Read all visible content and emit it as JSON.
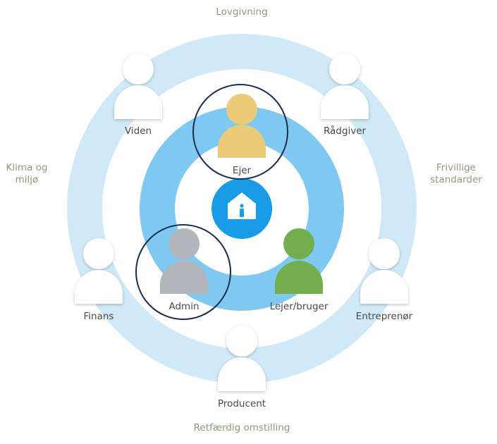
{
  "outer_labels": {
    "top": "Lovgivning",
    "bottom": "Retfærdig omstilling",
    "left_line1": "Klima og",
    "left_line2": "miljø",
    "right_line1": "Frivillige",
    "right_line2": "standarder"
  },
  "outer_ring_people": {
    "viden": "Viden",
    "radgiver": "Rådgiver",
    "finans": "Finans",
    "entreprenor": "Entreprenør",
    "producent": "Producent"
  },
  "inner_ring_people": {
    "ejer": "Ejer",
    "admin": "Admin",
    "lejer": "Lejer/bruger"
  },
  "colors": {
    "outer_ring": "#cfe9f8",
    "inner_ring": "#7ec8f1",
    "center": "#1a9be6",
    "ejer": "#eccb78",
    "admin": "#b2b6ba",
    "lejer": "#73ad4e",
    "highlight_stroke": "#1c2b55",
    "outer_label": "#9c9474"
  },
  "center_icon": "house-with-person-icon"
}
